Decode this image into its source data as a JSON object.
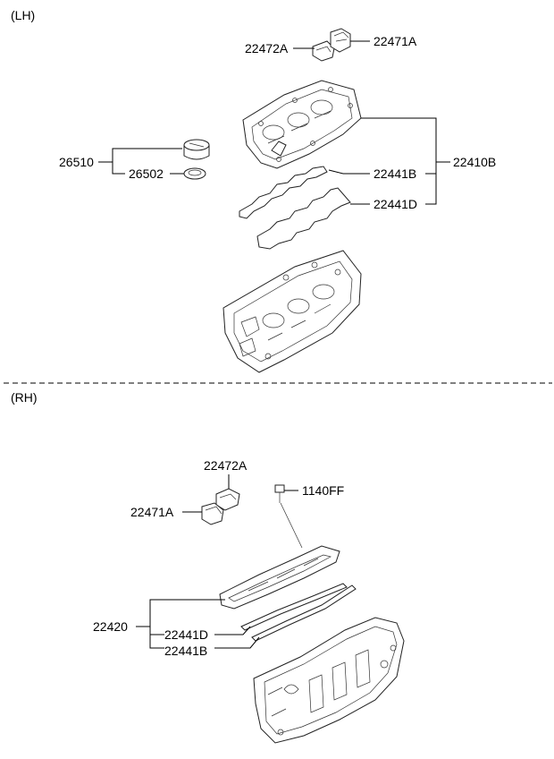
{
  "sections": {
    "lh": {
      "title": "(LH)"
    },
    "rh": {
      "title": "(RH)"
    }
  },
  "lh_labels": {
    "p22472a": "22472A",
    "p22471a": "22471A",
    "p26510": "26510",
    "p26502": "26502",
    "p22441b": "22441B",
    "p22410b": "22410B",
    "p22441d": "22441D"
  },
  "rh_labels": {
    "p22472a": "22472A",
    "p1140ff": "1140FF",
    "p22471a": "22471A",
    "p22420": "22420",
    "p22441d": "22441D",
    "p22441b": "22441B"
  }
}
